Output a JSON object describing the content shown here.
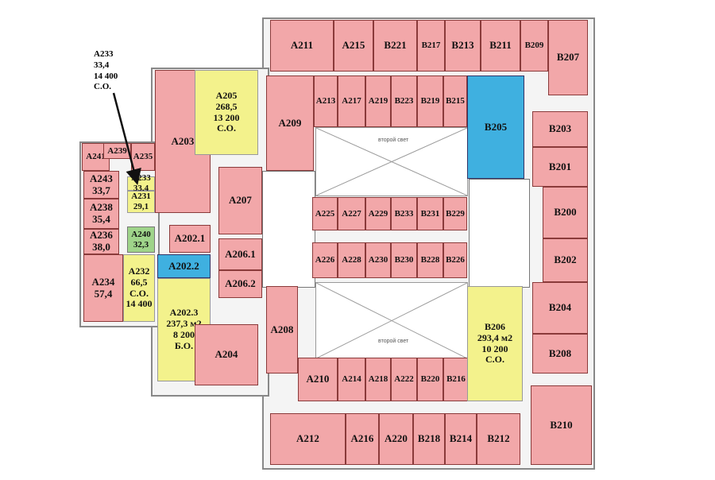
{
  "annotation": {
    "lines": [
      "A233",
      "33,4",
      "14 400",
      "С.О."
    ]
  },
  "atrium_label": "второй свет",
  "colors": {
    "rented": "#f2a7a9",
    "available": "#f3f28c",
    "blue": "#3fb0e0",
    "green": "#9fd48a"
  },
  "rooms": [
    {
      "lines": [
        "A211"
      ],
      "type": "pink"
    },
    {
      "lines": [
        "A215"
      ],
      "type": "pink"
    },
    {
      "lines": [
        "B221"
      ],
      "type": "pink"
    },
    {
      "lines": [
        "B217"
      ],
      "type": "pink"
    },
    {
      "lines": [
        "B213"
      ],
      "type": "pink"
    },
    {
      "lines": [
        "B211"
      ],
      "type": "pink"
    },
    {
      "lines": [
        "B209"
      ],
      "type": "pink"
    },
    {
      "lines": [
        "B207"
      ],
      "type": "pink"
    },
    {
      "lines": [
        "A209"
      ],
      "type": "pink"
    },
    {
      "lines": [
        "A213"
      ],
      "type": "pink"
    },
    {
      "lines": [
        "A217"
      ],
      "type": "pink"
    },
    {
      "lines": [
        "A219"
      ],
      "type": "pink"
    },
    {
      "lines": [
        "B223"
      ],
      "type": "pink"
    },
    {
      "lines": [
        "B219"
      ],
      "type": "pink"
    },
    {
      "lines": [
        "B215"
      ],
      "type": "pink"
    },
    {
      "lines": [
        "B205"
      ],
      "type": "blue"
    },
    {
      "lines": [
        "A203"
      ],
      "type": "pink"
    },
    {
      "lines": [
        "A205",
        "268,5",
        "13 200",
        "С.О."
      ],
      "type": "yellow"
    },
    {
      "lines": [
        "A207"
      ],
      "type": "pink"
    },
    {
      "lines": [
        "A241"
      ],
      "type": "pink"
    },
    {
      "lines": [
        "A239"
      ],
      "type": "pink"
    },
    {
      "lines": [
        "A235"
      ],
      "type": "pink"
    },
    {
      "lines": [
        "A243",
        "33,7"
      ],
      "type": "pink"
    },
    {
      "lines": [
        "A238",
        "35,4"
      ],
      "type": "pink"
    },
    {
      "lines": [
        "A236",
        "38,0"
      ],
      "type": "pink"
    },
    {
      "lines": [
        "A234",
        "57,4"
      ],
      "type": "pink"
    },
    {
      "lines": [
        "A233",
        "33,4"
      ],
      "type": "yellow"
    },
    {
      "lines": [
        "A231",
        "29,1"
      ],
      "type": "yellow"
    },
    {
      "lines": [
        "A240",
        "32,3"
      ],
      "type": "green"
    },
    {
      "lines": [
        "A232",
        "66,5",
        "С.О.",
        "14 400"
      ],
      "type": "yellow"
    },
    {
      "lines": [
        "A202.1"
      ],
      "type": "pink"
    },
    {
      "lines": [
        "A202.2"
      ],
      "type": "blue"
    },
    {
      "lines": [
        "A202.3",
        "237,3 м2",
        "8 200",
        "Б.О."
      ],
      "type": "yellow"
    },
    {
      "lines": [
        "A204"
      ],
      "type": "pink"
    },
    {
      "lines": [
        "A206.1"
      ],
      "type": "pink"
    },
    {
      "lines": [
        "A206.2"
      ],
      "type": "pink"
    },
    {
      "lines": [
        "A225"
      ],
      "type": "pink"
    },
    {
      "lines": [
        "A227"
      ],
      "type": "pink"
    },
    {
      "lines": [
        "A229"
      ],
      "type": "pink"
    },
    {
      "lines": [
        "B233"
      ],
      "type": "pink"
    },
    {
      "lines": [
        "B231"
      ],
      "type": "pink"
    },
    {
      "lines": [
        "B229"
      ],
      "type": "pink"
    },
    {
      "lines": [
        "A226"
      ],
      "type": "pink"
    },
    {
      "lines": [
        "A228"
      ],
      "type": "pink"
    },
    {
      "lines": [
        "A230"
      ],
      "type": "pink"
    },
    {
      "lines": [
        "B230"
      ],
      "type": "pink"
    },
    {
      "lines": [
        "B228"
      ],
      "type": "pink"
    },
    {
      "lines": [
        "B226"
      ],
      "type": "pink"
    },
    {
      "lines": [
        "A208"
      ],
      "type": "pink"
    },
    {
      "lines": [
        "A210"
      ],
      "type": "pink"
    },
    {
      "lines": [
        "A214"
      ],
      "type": "pink"
    },
    {
      "lines": [
        "A218"
      ],
      "type": "pink"
    },
    {
      "lines": [
        "A222"
      ],
      "type": "pink"
    },
    {
      "lines": [
        "B220"
      ],
      "type": "pink"
    },
    {
      "lines": [
        "B216"
      ],
      "type": "pink"
    },
    {
      "lines": [
        "B206",
        "293,4 м2",
        "10 200",
        "С.О."
      ],
      "type": "yellow"
    },
    {
      "lines": [
        "B203"
      ],
      "type": "pink"
    },
    {
      "lines": [
        "B201"
      ],
      "type": "pink"
    },
    {
      "lines": [
        "B200"
      ],
      "type": "pink"
    },
    {
      "lines": [
        "B202"
      ],
      "type": "pink"
    },
    {
      "lines": [
        "B204"
      ],
      "type": "pink"
    },
    {
      "lines": [
        "B208"
      ],
      "type": "pink"
    },
    {
      "lines": [
        "B210"
      ],
      "type": "pink"
    },
    {
      "lines": [
        "A212"
      ],
      "type": "pink"
    },
    {
      "lines": [
        "A216"
      ],
      "type": "pink"
    },
    {
      "lines": [
        "A220"
      ],
      "type": "pink"
    },
    {
      "lines": [
        "B218"
      ],
      "type": "pink"
    },
    {
      "lines": [
        "B214"
      ],
      "type": "pink"
    },
    {
      "lines": [
        "B212"
      ],
      "type": "pink"
    }
  ]
}
